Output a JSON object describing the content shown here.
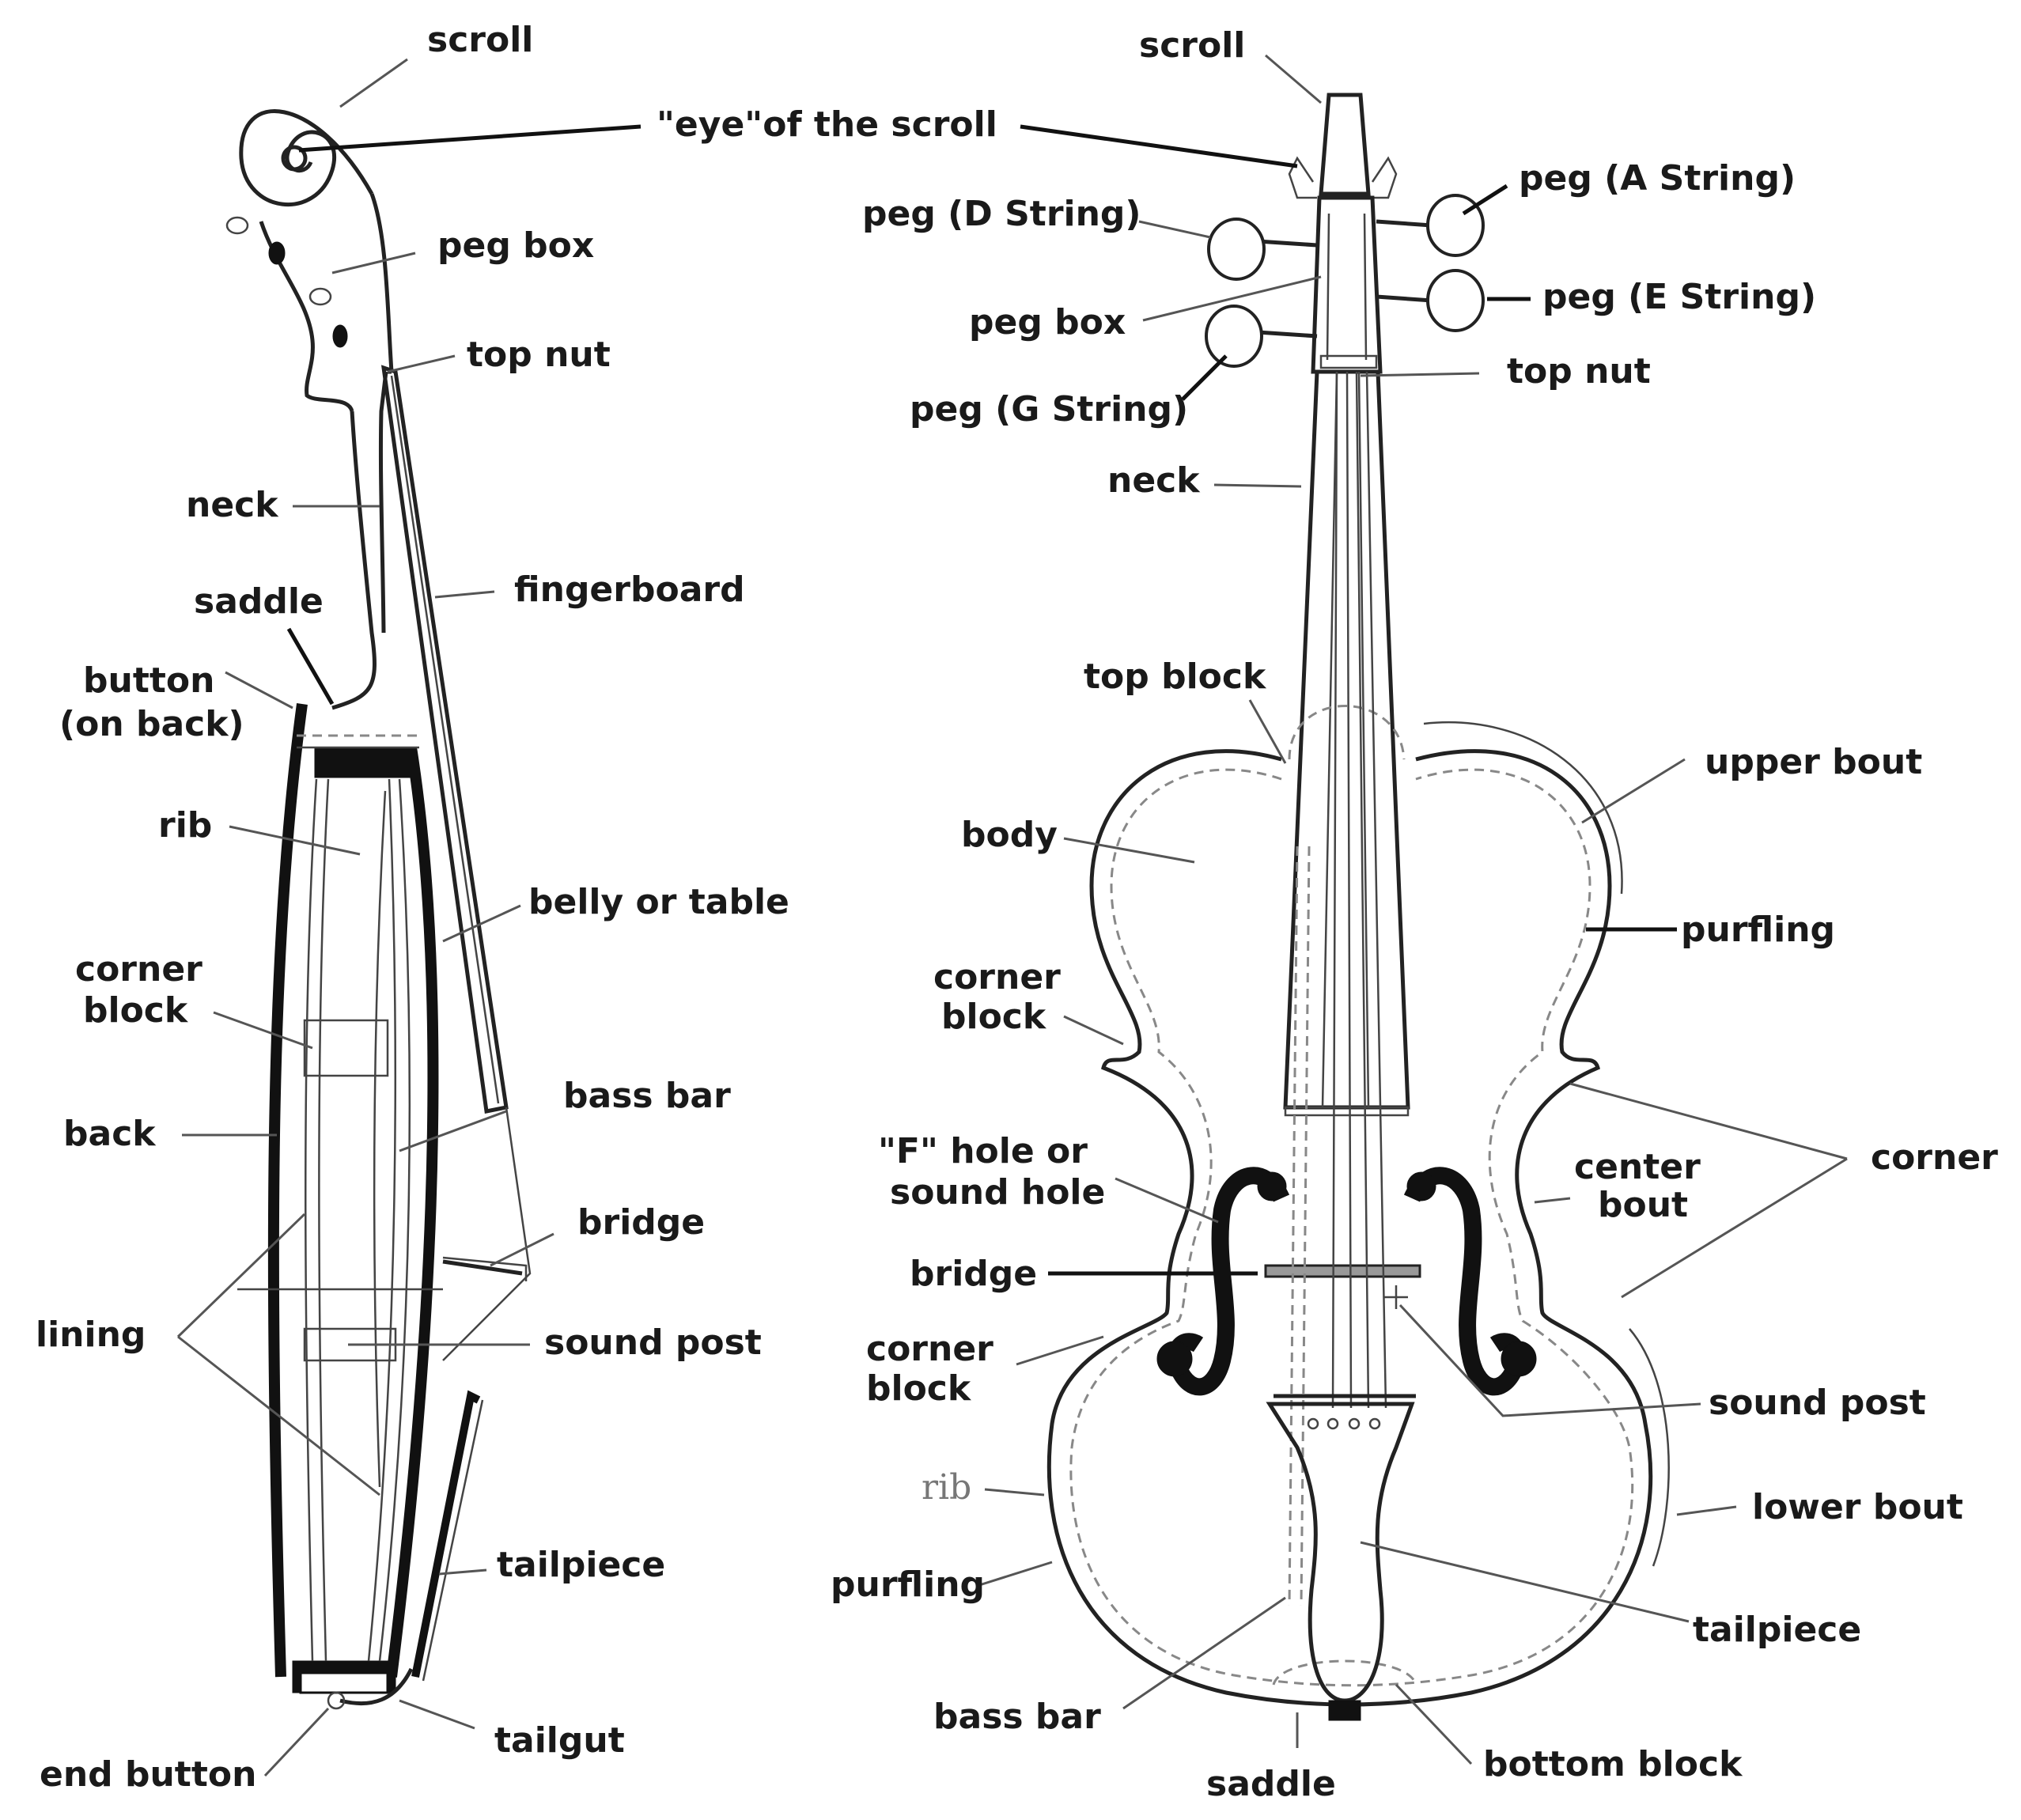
{
  "side_view": {
    "labels": {
      "scroll": "scroll",
      "peg_box": "peg box",
      "top_nut": "top nut",
      "neck": "neck",
      "saddle": "saddle",
      "fingerboard": "fingerboard",
      "button_1": "button",
      "button_2": "(on back)",
      "rib": "rib",
      "belly": "belly or table",
      "corner_block_1": "corner",
      "corner_block_2": "block",
      "back": "back",
      "bass_bar": "bass bar",
      "bridge": "bridge",
      "lining": "lining",
      "sound_post": "sound post",
      "tailpiece": "tailpiece",
      "tailgut": "tailgut",
      "end_button": "end button"
    }
  },
  "shared": {
    "eye_of_scroll": "\"eye\"of the scroll"
  },
  "front_view": {
    "labels": {
      "scroll": "scroll",
      "peg_a": "peg (A String)",
      "peg_d": "peg (D String)",
      "peg_e": "peg (E String)",
      "peg_box": "peg box",
      "peg_g": "peg (G String)",
      "top_nut": "top nut",
      "neck": "neck",
      "top_block": "top block",
      "upper_bout": "upper bout",
      "body": "body",
      "purfling_upper": "purfling",
      "corner_block_upper_1": "corner",
      "corner_block_upper_2": "block",
      "f_hole_1": "\"F\" hole or",
      "f_hole_2": "sound hole",
      "center_bout_1": "center",
      "center_bout_2": "bout",
      "corner": "corner",
      "bridge": "bridge",
      "corner_block_lower_1": "corner",
      "corner_block_lower_2": "block",
      "sound_post": "sound post",
      "rib": "rib",
      "lower_bout": "lower bout",
      "purfling_lower": "purfling",
      "tailpiece": "tailpiece",
      "bass_bar": "bass bar",
      "bottom_block": "bottom block",
      "saddle": "saddle"
    }
  }
}
